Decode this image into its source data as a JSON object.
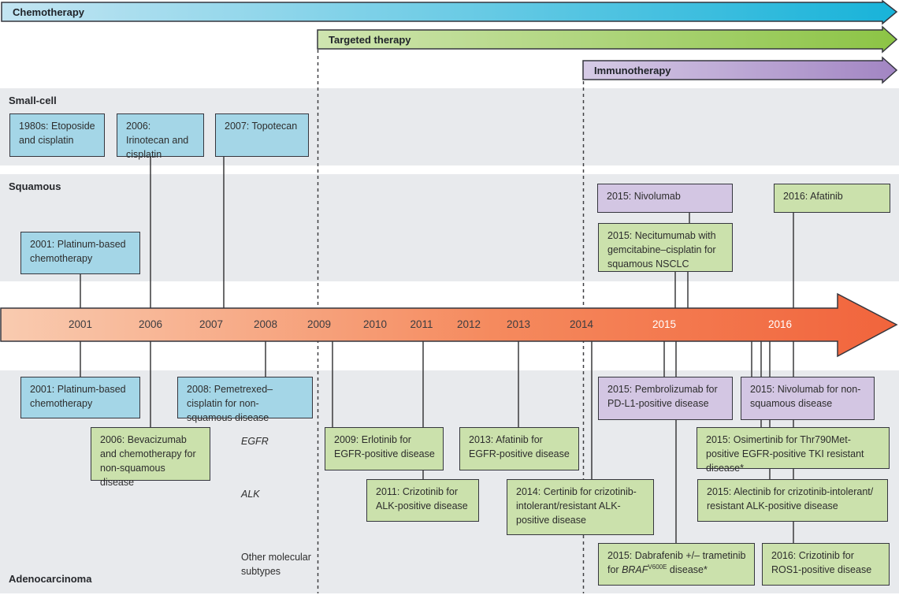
{
  "banners": [
    {
      "label": "Chemotherapy"
    },
    {
      "label": "Targeted therapy"
    },
    {
      "label": "Immunotherapy"
    }
  ],
  "rows": [
    {
      "label": "Small-cell"
    },
    {
      "label": "Squamous"
    },
    {
      "label": "Adenocarcinoma"
    }
  ],
  "timeline": {
    "years": [
      "2001",
      "2006",
      "2007",
      "2008",
      "2009",
      "2010",
      "2011",
      "2012",
      "2013",
      "2014",
      "2015",
      "2016"
    ]
  },
  "gene_labels": {
    "egfr": "EGFR",
    "alk": "ALK",
    "other": "Other molecular subtypes"
  },
  "boxes": [
    {
      "id": "small-cell-1980s-etoposide",
      "category": "chemotherapy",
      "text": "1980s: Etoposide and cisplatin"
    },
    {
      "id": "small-cell-2006-irinotecan",
      "category": "chemotherapy",
      "text": "2006: Irinotecan and cisplatin"
    },
    {
      "id": "small-cell-2007-topotecan",
      "category": "chemotherapy",
      "text": "2007: Topotecan"
    },
    {
      "id": "squamous-2001-platinum",
      "category": "chemotherapy",
      "text": "2001: Platinum-based chemotherapy"
    },
    {
      "id": "squamous-2015-nivolumab",
      "category": "immunotherapy",
      "text": "2015: Nivolumab"
    },
    {
      "id": "squamous-2015-necitumumab",
      "category": "targeted",
      "text": "2015: Necitumumab with gemcitabine–cisplatin for squamous NSCLC"
    },
    {
      "id": "squamous-2016-afatinib",
      "category": "targeted",
      "text": "2016: Afatinib"
    },
    {
      "id": "adeno-2001-platinum",
      "category": "chemotherapy",
      "text": "2001: Platinum-based chemotherapy"
    },
    {
      "id": "adeno-2008-pemetrexed",
      "category": "chemotherapy",
      "text": "2008: Pemetrexed–cisplatin for non-squamous disease"
    },
    {
      "id": "adeno-2006-bevacizumab",
      "category": "targeted",
      "text": "2006: Bevacizumab and chemotherapy for non-squamous disease"
    },
    {
      "id": "adeno-2009-erlotinib",
      "category": "targeted",
      "text": "2009: Erlotinib for EGFR-positive disease"
    },
    {
      "id": "adeno-2013-afatinib",
      "category": "targeted",
      "text": "2013: Afatinib for EGFR-positive disease"
    },
    {
      "id": "adeno-2011-crizotinib",
      "category": "targeted",
      "text": "2011: Crizotinib for ALK-positive disease"
    },
    {
      "id": "adeno-2014-certinib",
      "category": "targeted",
      "text": "2014: Certinib for crizotinib-intolerant/resistant ALK-positive disease"
    },
    {
      "id": "adeno-2015-pembrolizumab",
      "category": "immunotherapy",
      "text": "2015: Pembrolizumab for PD-L1-positive disease"
    },
    {
      "id": "adeno-2015-nivolumab",
      "category": "immunotherapy",
      "text": "2015: Nivolumab for non-squamous disease"
    },
    {
      "id": "adeno-2015-osimertinib",
      "category": "targeted",
      "text": "2015: Osimertinib for Thr790Met-positive EGFR-positive TKI resistant disease*"
    },
    {
      "id": "adeno-2015-alectinib",
      "category": "targeted",
      "text": "2015: Alectinib for crizotinib-intolerant/ resistant ALK-positive disease"
    },
    {
      "id": "adeno-2015-dabrafenib",
      "category": "targeted",
      "prefix": "2015: Dabrafenib +/– trametinib for ",
      "gene": "BRAF",
      "superscript": "V600E",
      "suffix": " disease*"
    },
    {
      "id": "adeno-2016-crizotinib",
      "category": "targeted",
      "text": "2016: Crizotinib for ROS1-positive disease"
    }
  ],
  "colors": {
    "chemotherapy_box": "#a4d6e7",
    "targeted_box": "#cbe1ac",
    "immunotherapy_box": "#d3c6e3",
    "chemo_banner_gradient": [
      "#c3e5f2",
      "#18b3d9"
    ],
    "targeted_banner_gradient": [
      "#cfe5b0",
      "#8cc445"
    ],
    "immuno_banner_gradient": [
      "#d6cbe6",
      "#a285c3"
    ],
    "timeline_gradient": [
      "#f9cbb0",
      "#f1643c"
    ],
    "row_band": "#e8eaed",
    "box_border": "#35363e"
  }
}
